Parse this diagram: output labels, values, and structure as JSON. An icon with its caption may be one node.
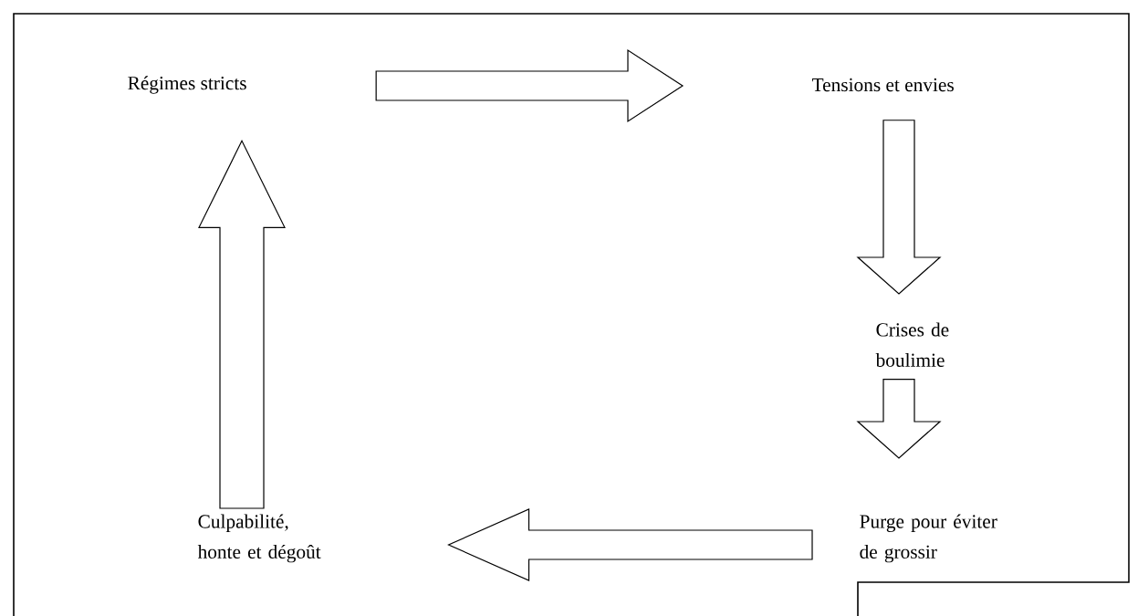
{
  "diagram": {
    "nodes": [
      {
        "text": [
          "Régimes stricts"
        ]
      },
      {
        "text": [
          "Tensions et envies"
        ]
      },
      {
        "text": [
          "Crises de boulimie"
        ]
      },
      {
        "text": [
          "Purge pour éviter de grossir"
        ]
      },
      {
        "text": [
          "Culpabilité, honte et dégoût"
        ]
      }
    ],
    "edges": [
      {
        "from": 0,
        "to": 1,
        "arrow": "to"
      },
      {
        "from": 1,
        "to": 2,
        "arrow": "to"
      },
      {
        "from": 2,
        "to": 3,
        "arrow": "to"
      },
      {
        "from": 3,
        "to": 4,
        "arrow": "to"
      },
      {
        "from": 4,
        "to": 0,
        "arrow": "to"
      }
    ]
  }
}
